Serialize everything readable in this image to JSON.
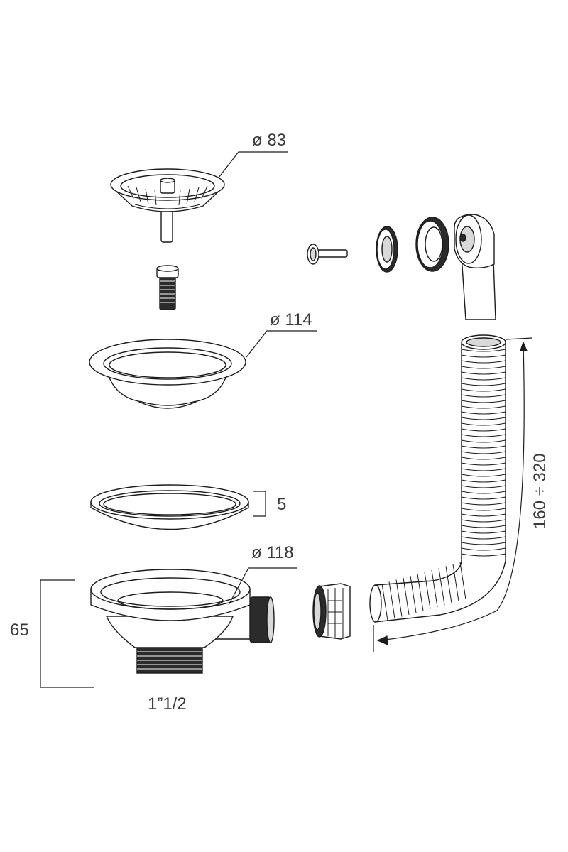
{
  "labels": {
    "strainer_diameter": "ø 83",
    "flange_diameter": "ø 114",
    "gasket_thickness": "5",
    "body_diameter": "ø 118",
    "body_height": "65",
    "thread_size": "1”1/2",
    "hose_length": "160 ÷ 320"
  },
  "colors": {
    "line": "#1c1c1c",
    "text": "#3a3a3a",
    "fill": "#ffffff"
  }
}
